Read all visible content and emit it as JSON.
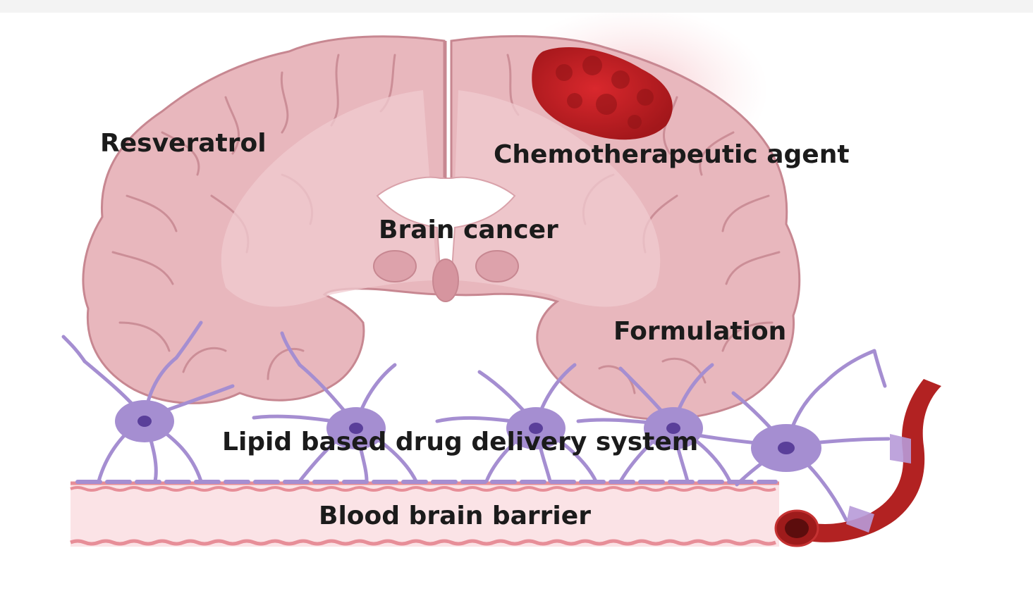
{
  "labels": {
    "resveratrol": "Resveratrol",
    "chemo": "Chemotherapeutic agent",
    "brain_cancer": "Brain cancer",
    "formulation": "Formulation",
    "lipid": "Lipid based drug delivery system",
    "bbb": "Blood brain barrier"
  },
  "colors": {
    "brain_fill": "#e8b7bd",
    "brain_outline": "#c78791",
    "tumor": "#c81f24",
    "tumor_glow": "#f3c9cd",
    "astrocyte": "#a58ed1",
    "astrocyte_nucleus": "#5a3f9a",
    "barrier_fill": "#fbe3e6",
    "barrier_line": "#e78e98",
    "vessel": "#b22222",
    "background": "#ffffff"
  },
  "icons": {
    "brain": "brain-icon",
    "tumor": "tumor-icon",
    "astrocyte": "astrocyte-icon",
    "vessel": "blood-vessel-icon"
  }
}
